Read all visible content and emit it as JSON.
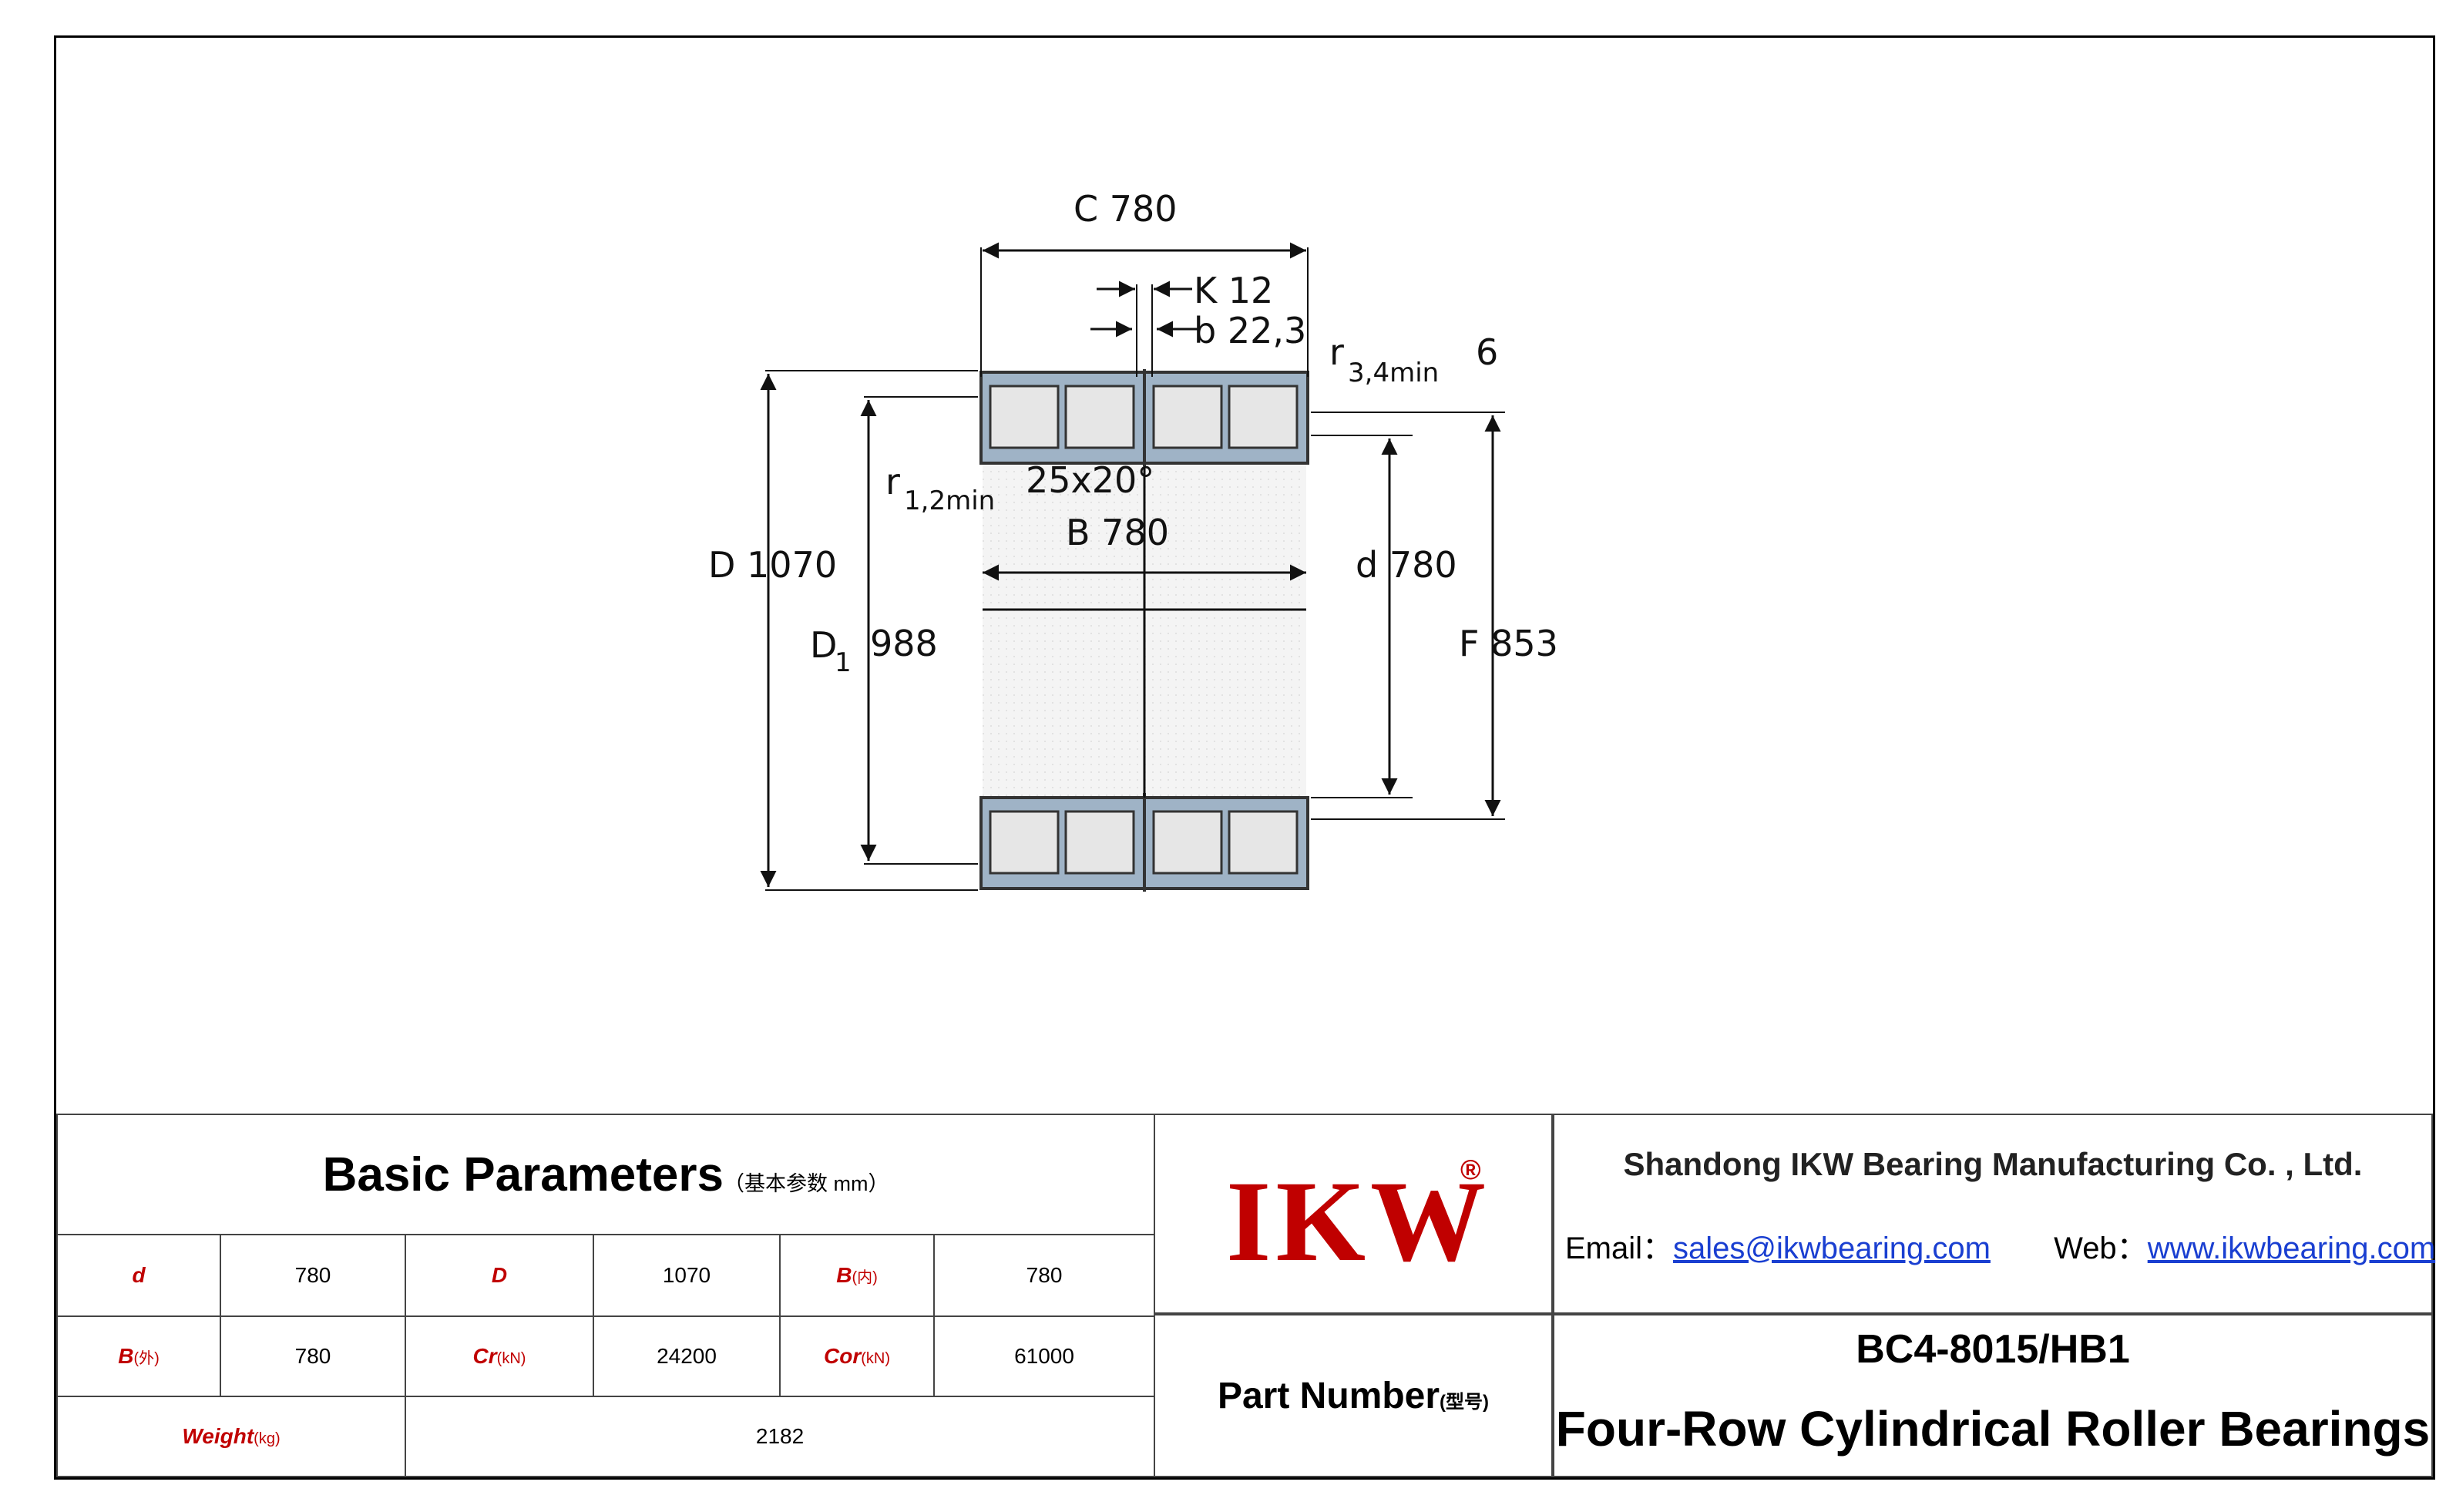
{
  "drawing": {
    "C": "C 780",
    "K": "K 12",
    "b": "b 22,3",
    "r34_main": "r",
    "r34_sub": "3,4min",
    "r34_val": "6",
    "r12_main": "r",
    "r12_sub": "1,2min",
    "angle": "25x20°",
    "B": "B 780",
    "D": "D 1070",
    "D1_main": "D",
    "D1_sub": "1",
    "D1_val": "988",
    "d": "d 780",
    "F": "F 853"
  },
  "params": {
    "title": "Basic Parameters",
    "title_sub": "（基本参数 mm）",
    "rows": [
      [
        {
          "label": "d",
          "unit": ""
        },
        {
          "value": "780"
        },
        {
          "label": "D",
          "unit": ""
        },
        {
          "value": "1070"
        },
        {
          "label": "B",
          "unit": "(内)"
        },
        {
          "value": "780"
        }
      ],
      [
        {
          "label": "B",
          "unit": "(外)"
        },
        {
          "value": "780"
        },
        {
          "label": "Cr",
          "unit": "(kN)"
        },
        {
          "value": "24200"
        },
        {
          "label": "Cor",
          "unit": "(kN)"
        },
        {
          "value": "61000"
        }
      ]
    ],
    "weight_label": "Weight",
    "weight_unit": "(kg)",
    "weight_value": "2182"
  },
  "logo": {
    "text": "IKW",
    "reg": "®"
  },
  "company": {
    "name": "Shandong IKW Bearing Manufacturing Co. , Ltd.",
    "email_label": "Email：",
    "email": "sales@ikwbearing.com",
    "web_label": "Web：",
    "web": "www.ikwbearing.com"
  },
  "part": {
    "label": "Part Number",
    "label_sub": "(型号)",
    "model": "BC4-8015/HB1",
    "product": "Four-Row Cylindrical Roller Bearings"
  },
  "colors": {
    "brand_red": "#c00000",
    "link_blue": "#1a3fd1",
    "ring_blue": "#9fb3c6"
  }
}
